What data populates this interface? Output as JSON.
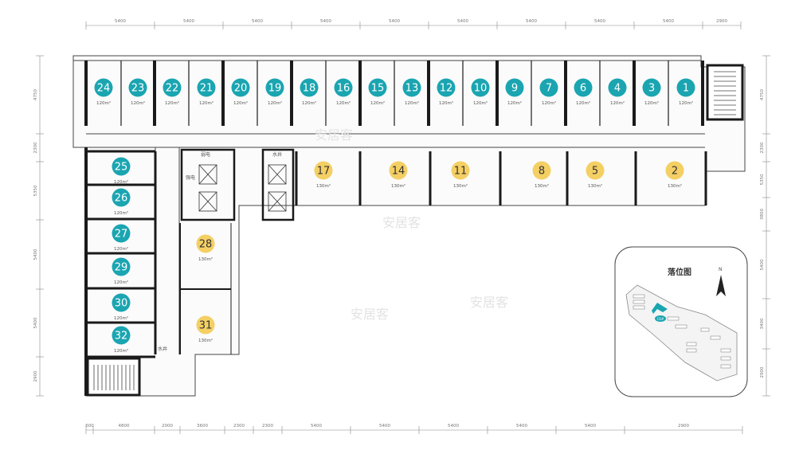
{
  "colors": {
    "teal": "#1aa5b1",
    "gold": "#f4cf63",
    "wall": "#1a1a1a"
  },
  "dims": {
    "top": [
      "5400",
      "5400",
      "5400",
      "5400",
      "5400",
      "5400",
      "5400",
      "5400",
      "5400",
      "2900"
    ],
    "bottom": [
      "600",
      "4800",
      "2000",
      "3600",
      "2300",
      "2300",
      "5400",
      "5400",
      "5400",
      "5400",
      "5400",
      "2900"
    ],
    "left": [
      "4750",
      "2300",
      "5350",
      "5400",
      "5400",
      "2900"
    ],
    "right": [
      "4750",
      "2300",
      "5350",
      "3800",
      "5400",
      "3400",
      "2900"
    ]
  },
  "units": {
    "top_row": [
      {
        "num": "24",
        "area": "120m²"
      },
      {
        "num": "23",
        "area": "120m²"
      },
      {
        "num": "22",
        "area": "120m²"
      },
      {
        "num": "21",
        "area": "120m²"
      },
      {
        "num": "20",
        "area": "120m²"
      },
      {
        "num": "19",
        "area": "120m²"
      },
      {
        "num": "18",
        "area": "120m²"
      },
      {
        "num": "16",
        "area": "120m²"
      },
      {
        "num": "15",
        "area": "120m²"
      },
      {
        "num": "13",
        "area": "120m²"
      },
      {
        "num": "12",
        "area": "120m²"
      },
      {
        "num": "10",
        "area": "120m²"
      },
      {
        "num": "9",
        "area": "120m²"
      },
      {
        "num": "7",
        "area": "120m²"
      },
      {
        "num": "6",
        "area": "120m²"
      },
      {
        "num": "4",
        "area": "120m²"
      },
      {
        "num": "3",
        "area": "120m²"
      },
      {
        "num": "1",
        "area": "120m²"
      }
    ],
    "middle_row": [
      {
        "num": "17",
        "area": "130m²"
      },
      {
        "num": "14",
        "area": "130m²"
      },
      {
        "num": "11",
        "area": "130m²"
      },
      {
        "num": "8",
        "area": "130m²"
      },
      {
        "num": "5",
        "area": "130m²"
      },
      {
        "num": "2",
        "area": "130m²"
      }
    ],
    "left_col": [
      {
        "num": "25",
        "area": "120m²"
      },
      {
        "num": "26",
        "area": "120m²"
      },
      {
        "num": "27",
        "area": "120m²"
      },
      {
        "num": "29",
        "area": "120m²"
      },
      {
        "num": "30",
        "area": "120m²"
      },
      {
        "num": "32",
        "area": "120m²"
      }
    ],
    "center_col": [
      {
        "num": "28",
        "area": "130m²"
      },
      {
        "num": "31",
        "area": "130m²"
      }
    ]
  },
  "labels": {
    "elec_room": "弱电",
    "water_well_1": "水井",
    "water_well_2": "水井",
    "shaft": "强电",
    "locator_title": "落位图",
    "north": "N",
    "locator_tag": "C6#"
  },
  "watermark": "安居客"
}
